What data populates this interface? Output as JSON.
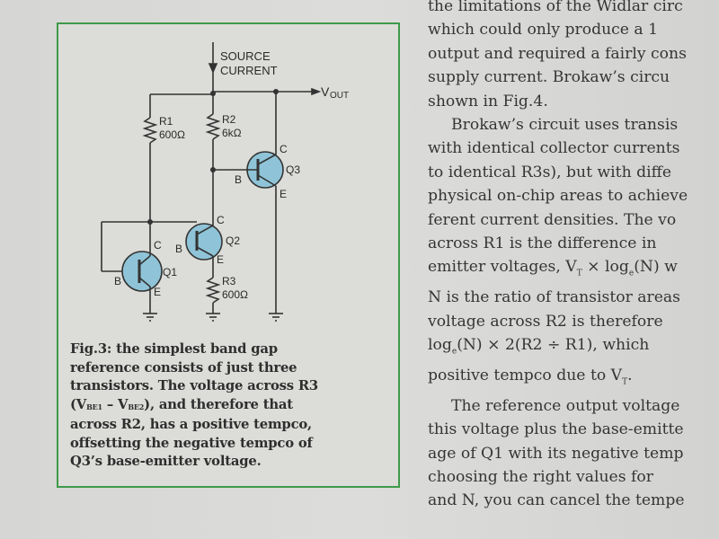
{
  "figure": {
    "labels": {
      "source": "SOURCE",
      "current": "CURRENT",
      "vout_v": "V",
      "vout_sub": "OUT",
      "r1": "R1",
      "r1_val": "600Ω",
      "r2": "R2",
      "r2_val": "6kΩ",
      "r3": "R3",
      "r3_val": "600Ω",
      "q1": "Q1",
      "q2": "Q2",
      "q3": "Q3",
      "c": "C",
      "b": "B",
      "e": "E"
    },
    "colors": {
      "border": "#3f9a4a",
      "transistor_fill": "#8fc4d8",
      "wire": "#333333"
    },
    "caption": {
      "line1": "Fig.3: the simplest band gap",
      "line2": "reference consists of just three",
      "line3": "transistors. The voltage across R3",
      "line4_a": "(V",
      "line4_sub1": "BE1",
      "line4_b": " – V",
      "line4_sub2": "BE2",
      "line4_c": "), and therefore that",
      "line5": "across R2, has a positive tempco,",
      "line6": "offsetting the negative tempco of",
      "line7": "Q3’s base-emitter voltage."
    }
  },
  "body": {
    "lines": [
      "the limitations of the Widlar circ",
      "which could only produce a 1",
      "output and required a fairly cons",
      "supply current. Brokaw’s circu",
      "shown in Fig.4.",
      "Brokaw’s circuit uses transis",
      "with identical collector currents",
      "to identical R3s), but with diffe",
      "physical on-chip areas to achieve",
      "ferent current densities. The vo",
      "across R1 is the difference in",
      "emitter voltages, V",
      "N is the ratio of transistor areas",
      "voltage across R2 is therefore",
      "log",
      "positive tempco due to V",
      "The reference output voltage",
      "this voltage plus the base-emitte",
      "age of Q1 with its negative temp",
      "choosing the right values for",
      "and N, you can cancel the tempe"
    ],
    "line12_sub": "T",
    "line12_rest": " × log",
    "line12_sub2": "e",
    "line12_tail": "(N) w",
    "line15_sub": "e",
    "line15_rest": "(N) × 2(R2 ÷ R1), which",
    "line16_sub": "T",
    "line16_tail": "."
  }
}
